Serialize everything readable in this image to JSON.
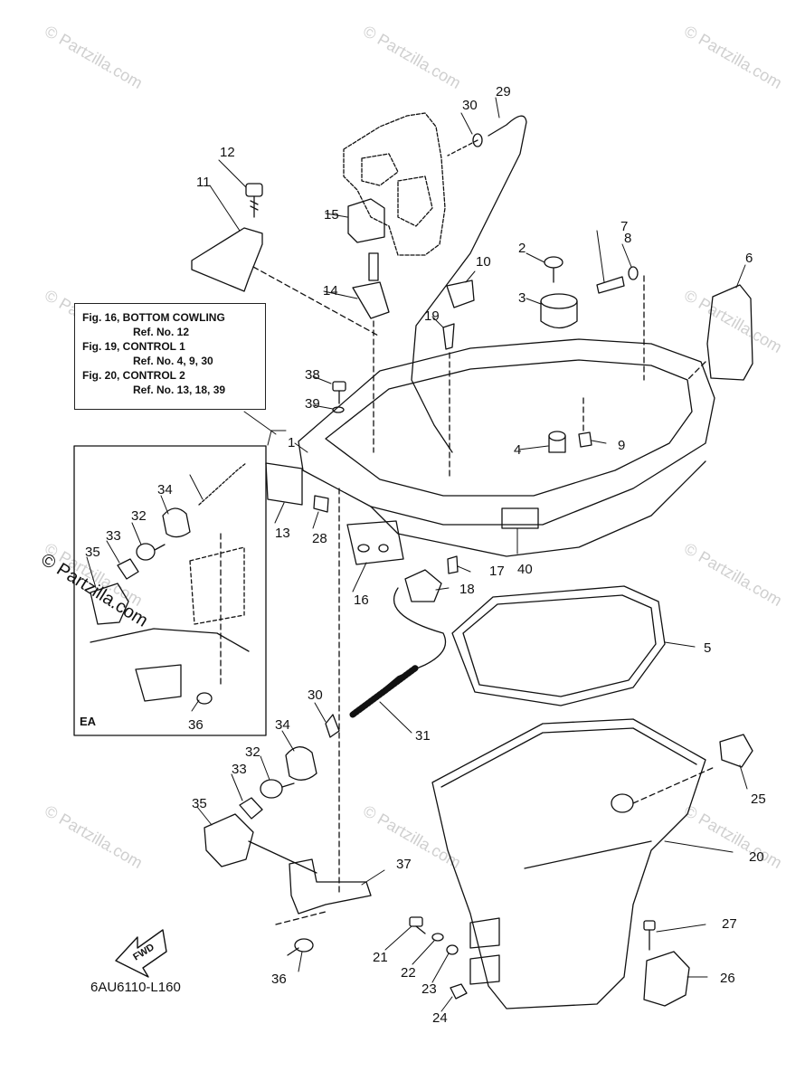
{
  "watermark": "© Partzilla.com",
  "inset_watermark": "© Partzilla.com",
  "diagram_code": "6AU6110-L160",
  "fwd_label": "FWD",
  "inset_label": "EA",
  "reference_box": [
    {
      "title": "Fig. 16, BOTTOM COWLING",
      "ref": "Ref. No. 12"
    },
    {
      "title": "Fig. 19, CONTROL 1",
      "ref": "Ref. No. 4, 9, 30"
    },
    {
      "title": "Fig. 20, CONTROL 2",
      "ref": "Ref. No. 13, 18, 39"
    }
  ],
  "callouts": [
    "1",
    "2",
    "3",
    "4",
    "5",
    "6",
    "7",
    "8",
    "9",
    "10",
    "11",
    "12",
    "13",
    "14",
    "15",
    "16",
    "17",
    "18",
    "19",
    "20",
    "21",
    "22",
    "23",
    "24",
    "25",
    "26",
    "27",
    "28",
    "29",
    "30",
    "30",
    "31",
    "32",
    "32",
    "33",
    "33",
    "34",
    "34",
    "35",
    "35",
    "36",
    "36",
    "37",
    "38",
    "39",
    "40"
  ],
  "colors": {
    "line": "#111111",
    "watermark": "#cfcfcf",
    "background": "#ffffff"
  }
}
